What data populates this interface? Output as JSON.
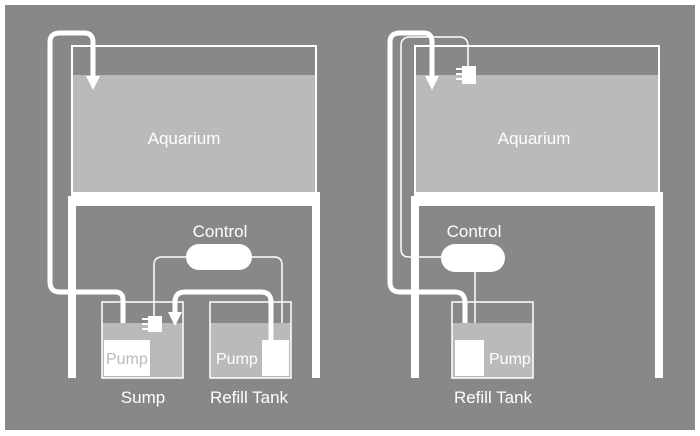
{
  "colors": {
    "background": "#888888",
    "water": "#bababa",
    "line": "#ffffff",
    "frame": "#ffffff"
  },
  "left_diagram": {
    "title": "Sump system",
    "aquarium_label": "Aquarium",
    "control_label": "Control",
    "sump_label": "Sump",
    "sump_pump_label": "Pump",
    "refill_tank_label": "Refill Tank",
    "refill_pump_label": "Pump"
  },
  "right_diagram": {
    "title": "Direct system",
    "aquarium_label": "Aquarium",
    "control_label": "Control",
    "refill_tank_label": "Refill Tank",
    "refill_pump_label": "Pump"
  },
  "icons": {
    "flow_arrow": "arrow-down-icon",
    "level_sensor": "sensor-icon"
  }
}
